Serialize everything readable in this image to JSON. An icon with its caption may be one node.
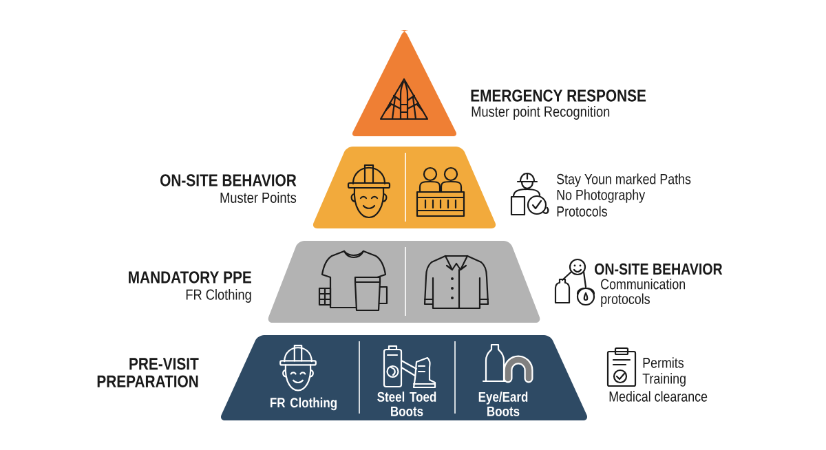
{
  "diagram": {
    "nodes": [
      {
        "text": [
          "EMERGENCY RESPONSE",
          "Muster point Recognition"
        ]
      },
      {
        "text": [
          "ON-SITE BEHAVIOR",
          "Muster Points"
        ],
        "beside": [
          "Stay Youn marked Paths",
          "No Photography",
          "Protocols"
        ]
      },
      {
        "text": [
          "MANDATORY PPE",
          "FR Clothing"
        ],
        "beside": [
          "ON-SITE BEHAVIOR",
          "Communication protocols"
        ]
      },
      {
        "text": [
          "PRE-VISIT PREPARATION",
          "FR Clothing",
          "Steel Toed Boots",
          "Eye/Eard Boots"
        ],
        "beside": [
          "Permits",
          "Training",
          "Medical clearance"
        ]
      }
    ]
  }
}
